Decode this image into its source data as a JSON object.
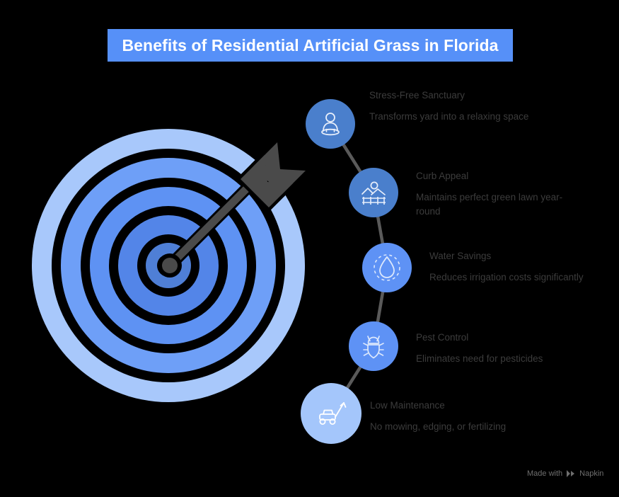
{
  "title": {
    "text": "Benefits of Residential Artificial Grass in Florida",
    "banner_color": "#5690F8",
    "text_color": "#FFFFFF"
  },
  "background_color": "#000000",
  "target": {
    "name": "bullseye-target-with-arrow",
    "ring_colors": [
      "#A8C8FB",
      "#6E9FF7",
      "#5E92F3",
      "#5385E8",
      "#4F7FD6"
    ],
    "center_dot_color": "#4A4A4A",
    "arrow_color": "#4A4A4A",
    "ring_count": 5
  },
  "items": [
    {
      "title": "Stress-Free Sanctuary",
      "description": "Transforms yard into a relaxing space",
      "icon": "meditation-person-icon",
      "circle_color": "#4A7FCC",
      "icon_stroke": "#E8EFFB"
    },
    {
      "title": "Curb Appeal",
      "description": "Maintains perfect green lawn year-round",
      "icon": "landscape-fence-icon",
      "circle_color": "#4A7FCC",
      "icon_stroke": "#E8EFFB"
    },
    {
      "title": "Water Savings",
      "description": "Reduces irrigation costs significantly",
      "icon": "water-droplet-icon",
      "circle_color": "#5E92F5",
      "icon_stroke": "#DCE8FC"
    },
    {
      "title": "Pest Control",
      "description": "Eliminates need for pesticides",
      "icon": "bug-icon",
      "circle_color": "#5E92F5",
      "icon_stroke": "#DCE8FC"
    },
    {
      "title": "Low Maintenance",
      "description": "No mowing, edging, or fertilizing",
      "icon": "lawn-mower-icon",
      "circle_color": "#A4C6FB",
      "icon_stroke": "#FFFFFF"
    }
  ],
  "connector": {
    "color": "#5A5A5A"
  },
  "watermark": {
    "prefix": "Made with",
    "brand": "Napkin",
    "logo": "napkin-logo-icon",
    "color": "#6E6E6E"
  }
}
